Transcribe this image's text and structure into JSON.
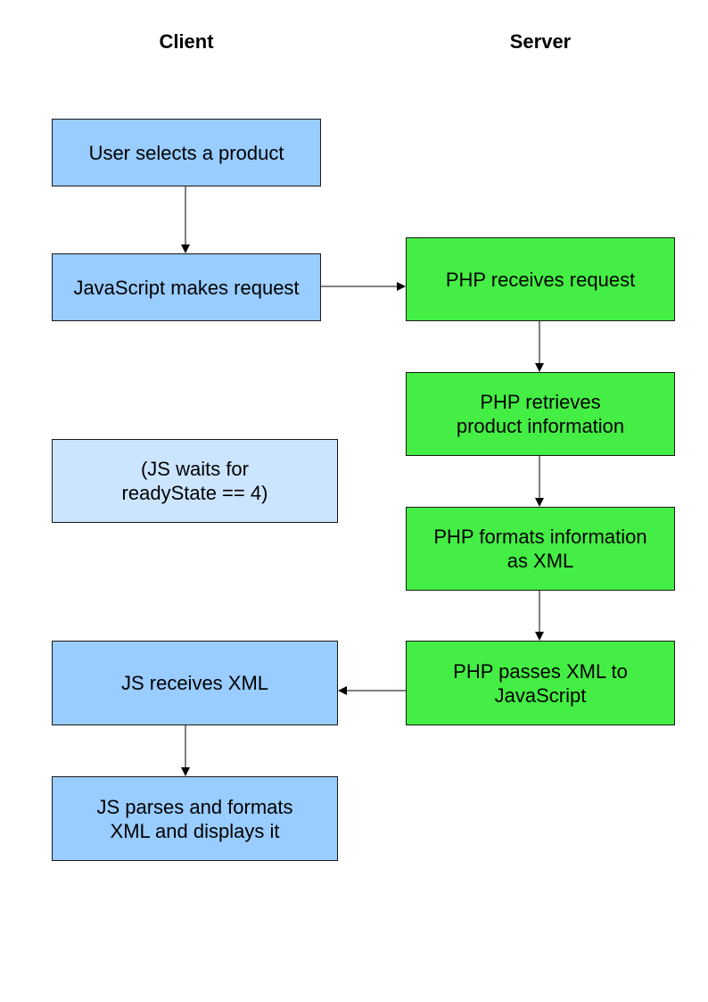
{
  "headers": {
    "client": "Client",
    "server": "Server"
  },
  "client": {
    "user_selects": "User selects a product",
    "js_makes_request": "JavaScript makes request",
    "js_waits": "(JS waits for\nreadyState == 4)",
    "js_receives": "JS receives XML",
    "js_parses": "JS parses and formats\nXML and displays it"
  },
  "server": {
    "php_receives": "PHP receives request",
    "php_retrieves": "PHP retrieves\nproduct information",
    "php_formats": "PHP formats information\nas XML",
    "php_passes": "PHP passes XML to\nJavaScript"
  },
  "colors": {
    "client_box": "#99ccff",
    "client_wait_box": "#cce5ff",
    "server_box": "#44ee44",
    "border": "#1a1a1a",
    "arrow": "#000000"
  }
}
